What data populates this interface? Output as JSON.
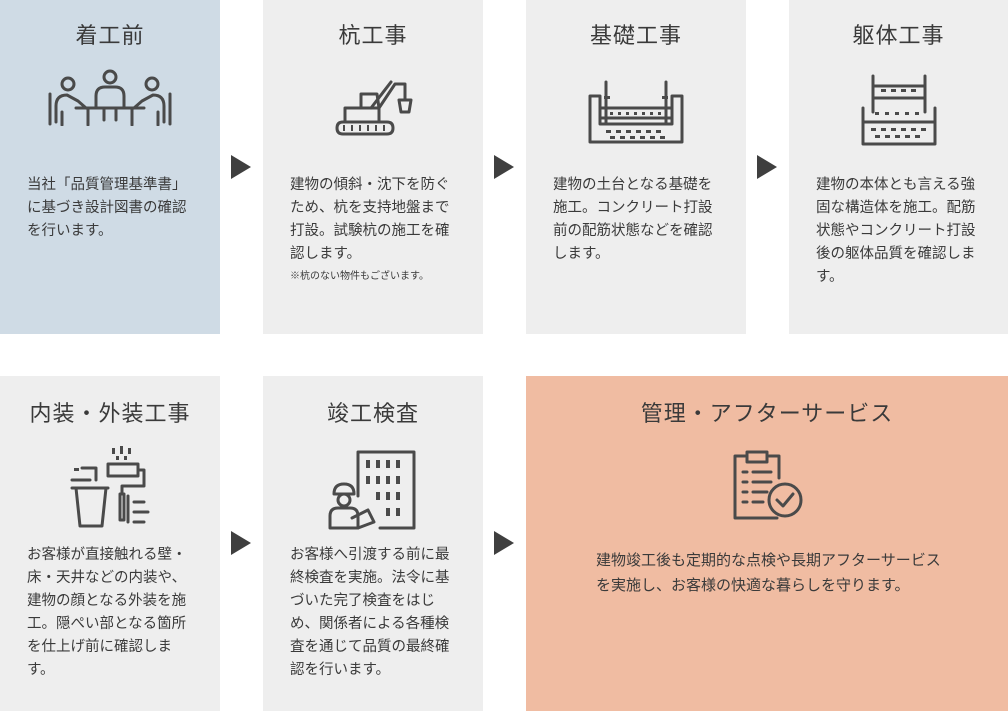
{
  "colors": {
    "card_default": "#eeeeee",
    "card_first": "#cfdbe5",
    "card_last": "#f0bca2",
    "arrow": "#3f3f3f"
  },
  "steps": [
    {
      "title": "着工前",
      "icon": "meeting-icon",
      "body": "当社「品質管理基準書」に基づき設計図書の確認を行います。"
    },
    {
      "title": "杭工事",
      "icon": "excavator-icon",
      "body": "建物の傾斜・沈下を防ぐため、杭を支持地盤まで打設。試験杭の施工を確認します。",
      "note": "※杭のない物件もございます。"
    },
    {
      "title": "基礎工事",
      "icon": "foundation-icon",
      "body": "建物の土台となる基礎を施工。コンクリート打設前の配筋状態などを確認します。"
    },
    {
      "title": "躯体工事",
      "icon": "structure-icon",
      "body": "建物の本体とも言える強固な構造体を施工。配筋状態やコンクリート打設後の躯体品質を確認します。"
    },
    {
      "title": "内装・外装工事",
      "icon": "paint-roller-icon",
      "body": "お客様が直接触れる壁・床・天井などの内装や、建物の顔となる外装を施工。隠ぺい部となる箇所を仕上げ前に確認します。"
    },
    {
      "title": "竣工検査",
      "icon": "building-inspection-icon",
      "body": "お客様へ引渡する前に最終検査を実施。法令に基づいた完了検査をはじめ、関係者による各種検査を通じて品質の最終確認を行います。"
    },
    {
      "title": "管理・アフターサービス",
      "icon": "clipboard-check-icon",
      "body": "建物竣工後も定期的な点検や長期アフターサービスを実施し、お客様の快適な暮らしを守ります。"
    }
  ]
}
